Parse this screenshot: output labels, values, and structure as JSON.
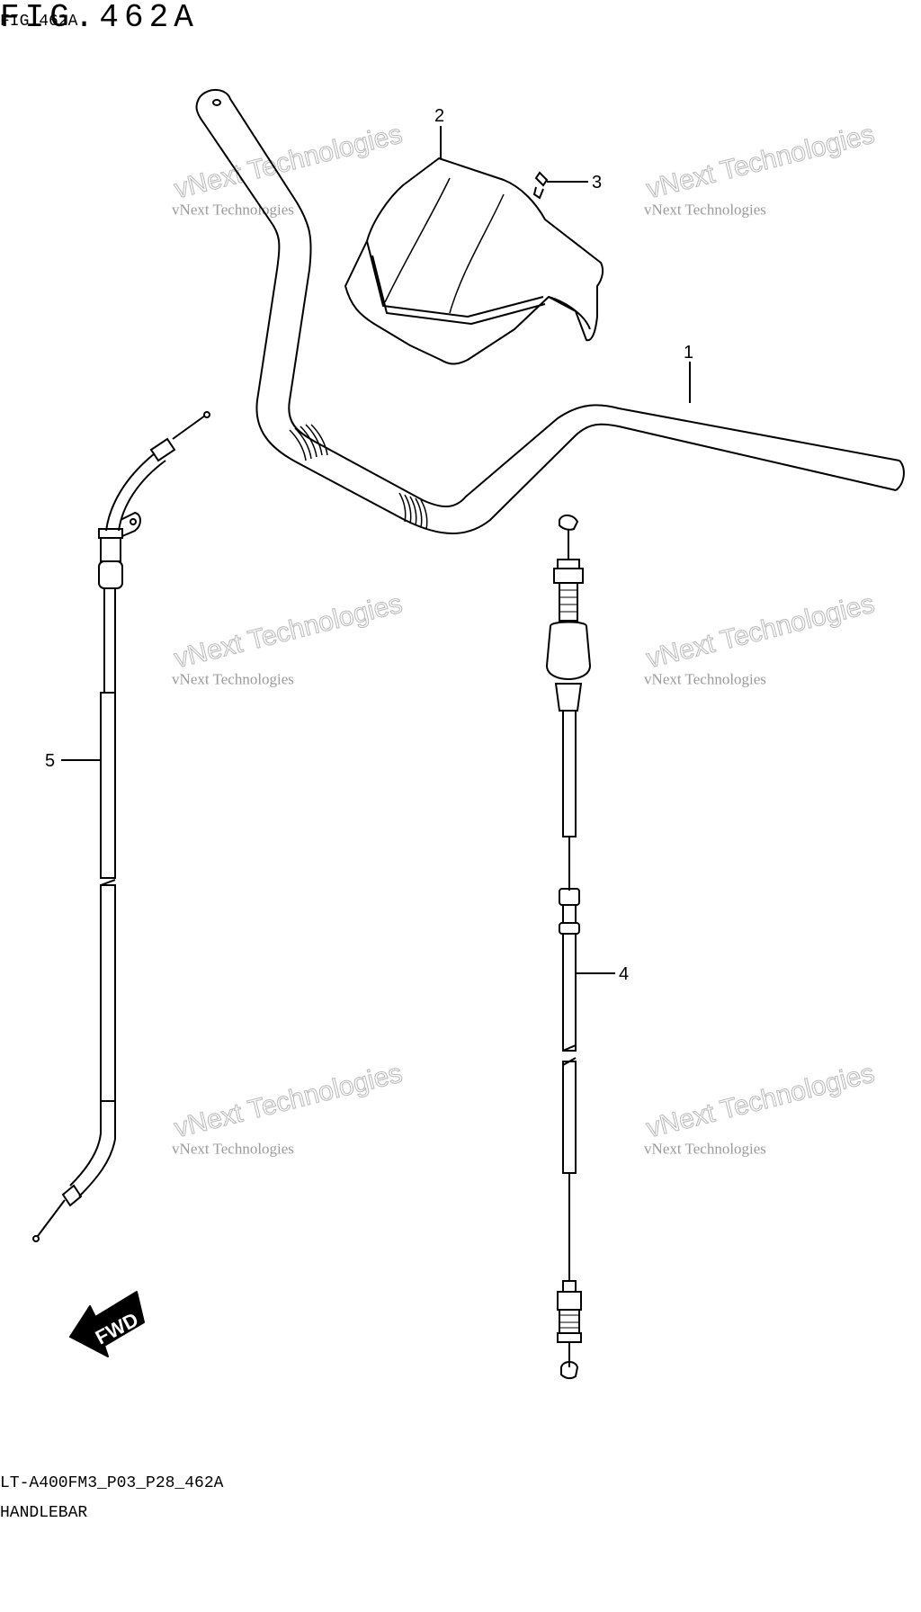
{
  "figure": {
    "title": "FIG.462A",
    "title_overlay": "FIG.462A"
  },
  "callouts": [
    {
      "id": "1",
      "label": "1"
    },
    {
      "id": "2",
      "label": "2"
    },
    {
      "id": "3",
      "label": "3"
    },
    {
      "id": "4",
      "label": "4"
    },
    {
      "id": "5",
      "label": "5"
    }
  ],
  "watermark": {
    "line1": "vNext Technologies",
    "line2": "vNext Technologies"
  },
  "fwd_label": "FWD",
  "footer": {
    "model_code": "LT-A400FM3_P03_P28_462A",
    "section_name": "HANDLEBAR"
  },
  "colors": {
    "line": "#000000",
    "watermark": "#9a9a9a",
    "background": "#ffffff"
  }
}
